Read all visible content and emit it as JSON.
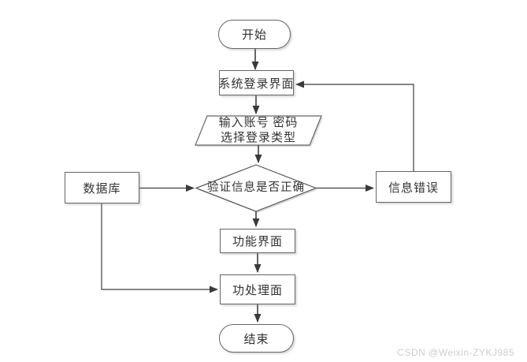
{
  "diagram": {
    "type": "flowchart",
    "nodes": {
      "start": {
        "label": "开始",
        "shape": "terminator"
      },
      "login": {
        "label": "系统登录界面",
        "shape": "process"
      },
      "input": {
        "line1": "输入账号 密码",
        "line2": "选择登录类型",
        "shape": "io"
      },
      "verify": {
        "label": "验证信息是否正确",
        "shape": "decision"
      },
      "database": {
        "label": "数据库",
        "shape": "process"
      },
      "error": {
        "label": "信息错误",
        "shape": "process"
      },
      "function_ui": {
        "label": "功能界面",
        "shape": "process"
      },
      "process_ui": {
        "label": "功处理面",
        "shape": "process"
      },
      "end": {
        "label": "结束",
        "shape": "terminator"
      }
    },
    "edges": [
      {
        "from": "start",
        "to": "login"
      },
      {
        "from": "login",
        "to": "input"
      },
      {
        "from": "input",
        "to": "verify"
      },
      {
        "from": "database",
        "to": "verify"
      },
      {
        "from": "verify",
        "to": "error"
      },
      {
        "from": "error",
        "to": "login"
      },
      {
        "from": "verify",
        "to": "function_ui"
      },
      {
        "from": "function_ui",
        "to": "process_ui"
      },
      {
        "from": "database",
        "to": "process_ui"
      },
      {
        "from": "process_ui",
        "to": "end"
      }
    ],
    "colors": {
      "background": "#ffffff",
      "node_fill": "#ffffff",
      "node_border": "#666666",
      "line": "#3f3f3f",
      "text": "#333333",
      "watermark": "#cdcdcd"
    }
  },
  "watermark": {
    "text": "CSDN @Weixin-ZYKJ985"
  }
}
